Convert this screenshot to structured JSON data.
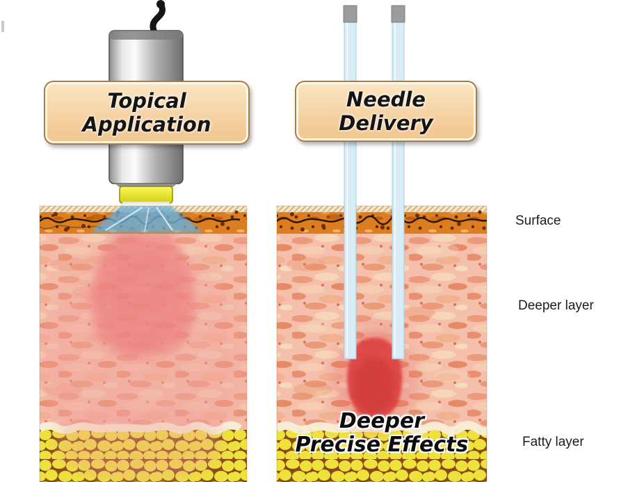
{
  "boxes": {
    "topical": {
      "line1": "Topical",
      "line2": "Application"
    },
    "needle": {
      "line1": "Needle",
      "line2": "Delivery"
    }
  },
  "caption": {
    "line1": "Deeper",
    "line2": "Precise Effects"
  },
  "layer_labels": {
    "surface": "Surface",
    "deeper": "Deeper layer",
    "fatty": "Fatty layer"
  },
  "colors": {
    "box-bg": "#f2c893",
    "box-bg-light": "#fbe6c4",
    "box-border": "#a87c48",
    "needle-blue": "#d7ecf7",
    "needle-edge": "#a5cde2",
    "needle-cap": "#9c9c9c",
    "spray-blue": "#69b0dd",
    "diffuse-pink": "#ee8585",
    "effect-red": "#dc4040",
    "tip-yellow": "#ecec2e",
    "device-gray": "#c9c9c9",
    "surface-orange": "#dc7d1f",
    "dermis-pink": "#f4c0ab",
    "fat-yellow": "#ece23b",
    "fat-web-brown": "#8a4a16",
    "text-black": "#151515"
  }
}
